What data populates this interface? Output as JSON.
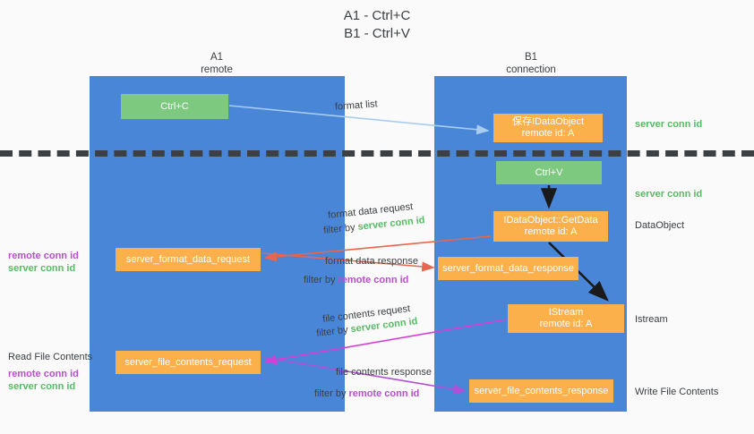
{
  "title": {
    "line1": "A1 - Ctrl+C",
    "line2": "B1 - Ctrl+V"
  },
  "columns": [
    {
      "name": "A1",
      "subtitle": "remote"
    },
    {
      "name": "B1",
      "subtitle": "connection"
    }
  ],
  "colors": {
    "lane": "#4a86d8",
    "node_green": "#7dc97f",
    "node_orange": "#fbb04c",
    "server_conn": "#57bb63",
    "remote_conn": "#b84ecc",
    "divider": "#3c4043",
    "arrow_blue": "#a8cdf0",
    "arrow_red": "#e8654f",
    "arrow_magenta": "#d53fd5",
    "arrow_purple": "#a martin",
    "background": "#fafafa"
  },
  "nodes": {
    "ctrl_c": {
      "label": "Ctrl+C"
    },
    "save_idataobject": {
      "label": "保存IDataObject",
      "sub": "remote id: A"
    },
    "ctrl_v": {
      "label": "Ctrl+V"
    },
    "getdata": {
      "label": "IDataObject::GetData",
      "sub": "remote id: A"
    },
    "istream": {
      "label": "IStream",
      "sub": "remote id: A"
    },
    "server_format_data_request": {
      "label": "server_format_data_request"
    },
    "server_format_data_response": {
      "label": "server_format_data_response"
    },
    "server_file_contents_request": {
      "label": "server_file_contents_request"
    },
    "server_file_contents_response": {
      "label": "server_file_contents_response"
    }
  },
  "side_labels": {
    "server_conn_id_1": "server conn id",
    "server_conn_id_2": "server conn id",
    "dataobject": "DataObject",
    "istream": "Istream",
    "write_file_contents": "Write File Contents",
    "left_remote_conn_id_1": "remote conn id",
    "left_server_conn_id_1": "server conn id",
    "read_file_contents": "Read File Contents",
    "left_remote_conn_id_2": "remote conn id",
    "left_server_conn_id_2": "server conn id"
  },
  "annotations": {
    "format_list": "format list",
    "format_data_request": "format data request",
    "filter_by": "filter by",
    "server_conn_id": "server conn id",
    "remote_conn_id": "remote conn id",
    "format_data_response": "format data response",
    "file_contents_request": "file contents request",
    "file_contents_response": "file contents response"
  }
}
